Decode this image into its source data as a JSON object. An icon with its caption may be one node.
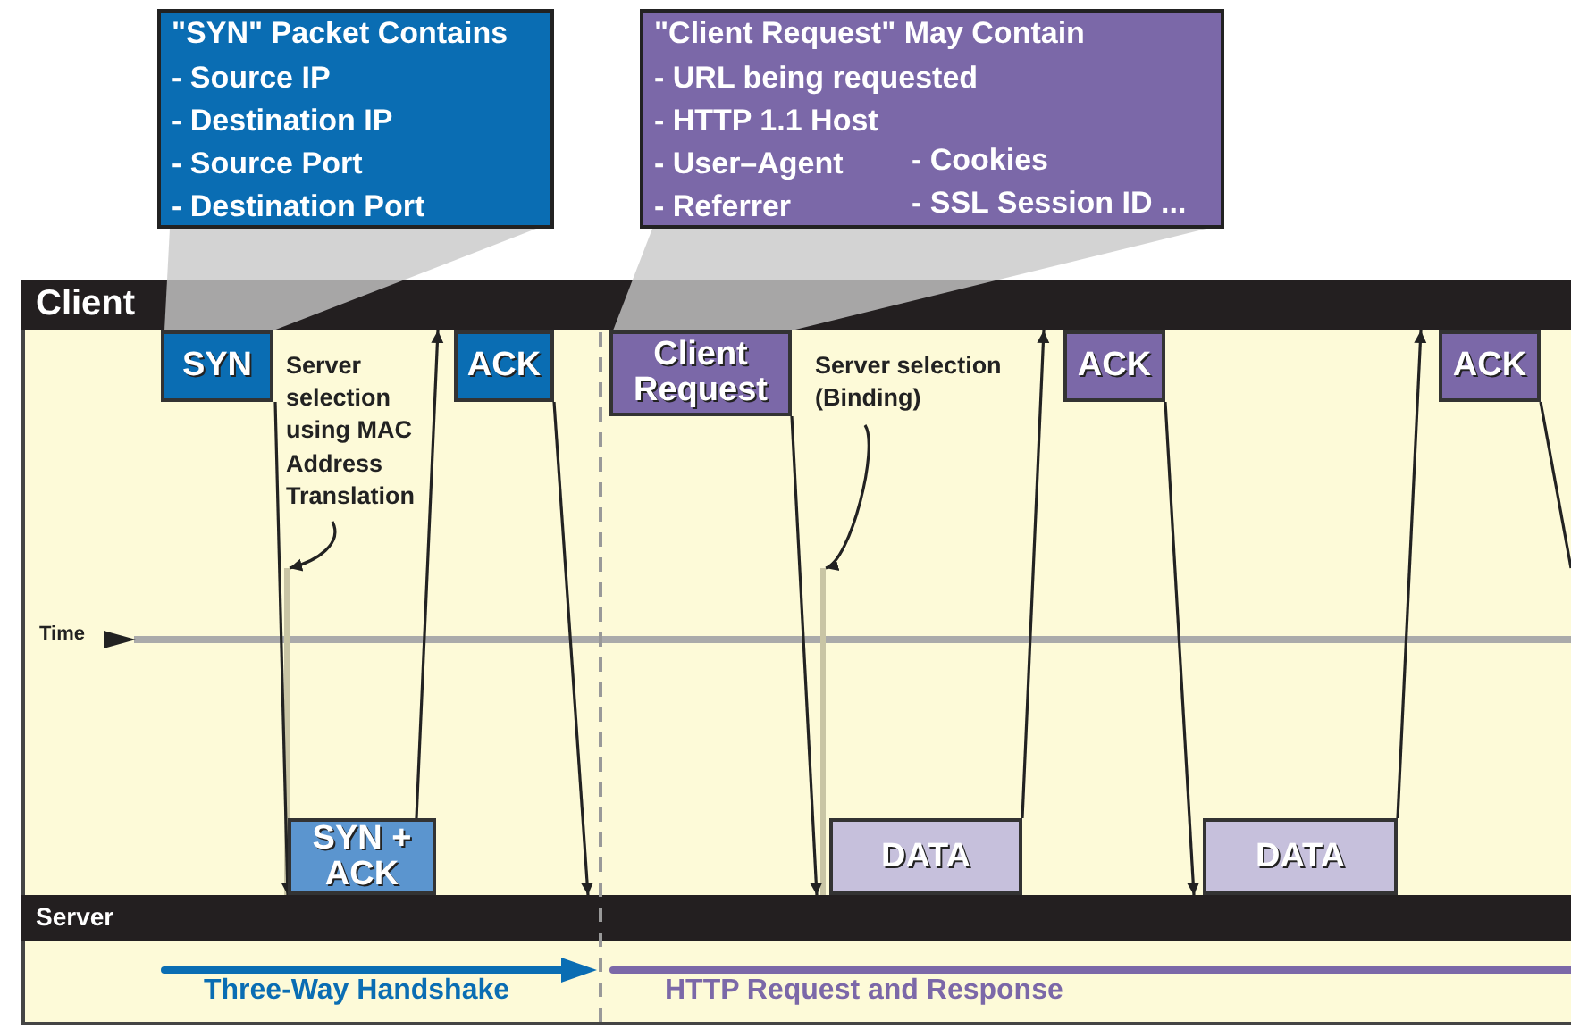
{
  "diagram": {
    "nodes": [
      {
        "text": [
          "\"SYN\" Packet Contains",
          "- Source IP",
          "- Destination IP",
          "- Source Port",
          "- Destination Port"
        ]
      },
      {
        "text": [
          "\"Client Request\" May Contain",
          "- URL being requested",
          "- HTTP 1.1 Host",
          "- User–Agent",
          "- Referrer",
          "- Cookies",
          "- SSL Session ID ..."
        ]
      },
      {
        "text": [
          "Client"
        ]
      },
      {
        "text": [
          "SYN"
        ]
      },
      {
        "text": [
          "ACK"
        ]
      },
      {
        "text": [
          "Client Request"
        ]
      },
      {
        "text": [
          "ACK"
        ]
      },
      {
        "text": [
          "ACK"
        ]
      },
      {
        "text": [
          "Server"
        ]
      },
      {
        "text": [
          "SYN + ACK"
        ]
      },
      {
        "text": [
          "DATA"
        ]
      },
      {
        "text": [
          "DATA"
        ]
      },
      {
        "text": [
          "Server selection using MAC Address Translation"
        ]
      },
      {
        "text": [],
        "shape": "bar"
      },
      {
        "text": [
          "Server selection (Binding)"
        ]
      },
      {
        "text": [],
        "shape": "bar"
      }
    ],
    "edges": [
      {
        "from": 0,
        "to": 3,
        "arrow": "none",
        "color": "#c8c8c8"
      },
      {
        "from": 1,
        "to": 5,
        "arrow": "none",
        "color": "#c8c8c8"
      },
      {
        "from": 3,
        "to": 8,
        "arrow": "to"
      },
      {
        "from": 9,
        "to": 2,
        "arrow": "to"
      },
      {
        "from": 4,
        "to": 8,
        "arrow": "to"
      },
      {
        "from": 5,
        "to": 8,
        "arrow": "to"
      },
      {
        "from": 10,
        "to": 2,
        "arrow": "to"
      },
      {
        "from": 6,
        "to": 8,
        "arrow": "to"
      },
      {
        "from": 11,
        "to": 2,
        "arrow": "to"
      },
      {
        "from": 7,
        "to": null,
        "arrow": "none"
      },
      {
        "from": 12,
        "to": 13,
        "arrow": "to"
      },
      {
        "from": 14,
        "to": 15,
        "arrow": "to"
      }
    ],
    "labels": [
      "Time",
      "Three-Way Handshake",
      "HTTP Request and Response"
    ]
  }
}
